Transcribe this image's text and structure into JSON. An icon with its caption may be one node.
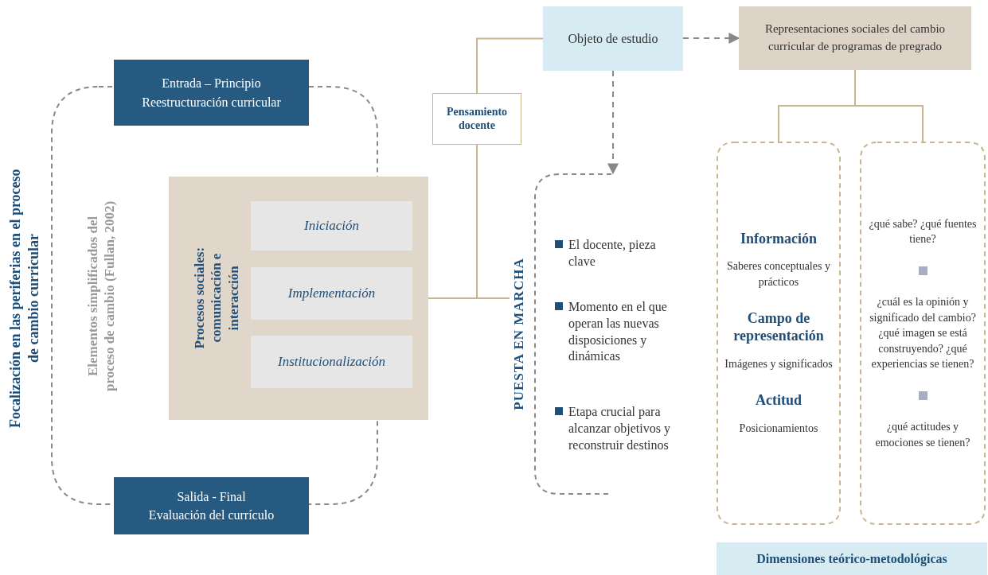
{
  "diagram": {
    "nodes": [
      {
        "text": [
          "Entrada – Principio",
          "Reestructuración curricular"
        ]
      },
      {
        "text": [
          "Salida - Final",
          "Evaluación del currículo"
        ]
      },
      {
        "text": [
          "Elementos simplificados del proceso de cambio (Fullan, 2002)"
        ]
      },
      {
        "text": [
          "Procesos sociales: comunicación e interacción"
        ]
      },
      {
        "text": [
          "Iniciación"
        ],
        "in": 3
      },
      {
        "text": [
          "Implementación"
        ],
        "in": 3
      },
      {
        "text": [
          "Institucionalización"
        ],
        "in": 3
      },
      {
        "text": [
          "Objeto de estudio"
        ]
      },
      {
        "text": [
          "Pensamiento docente"
        ]
      },
      {
        "text": [
          "PUESTA EN MARCHA",
          "El docente, pieza clave",
          "Momento en el que operan las nuevas disposiciones y dinámicas",
          "Etapa crucial para alcanzar objetivos y reconstruir destinos"
        ]
      },
      {
        "text": [
          "Representaciones sociales del cambio curricular de programas de pregrado"
        ]
      },
      {
        "text": [
          "Información",
          "Saberes conceptuales y prácticos",
          "Campo de representación",
          "Imágenes y significados",
          "Actitud",
          "Posicionamientos"
        ]
      },
      {
        "text": [
          "¿qué sabe? ¿qué fuentes tiene?",
          "¿cuál es la opinión y significado del cambio? ¿qué imagen se está construyendo? ¿qué experiencias se tienen?",
          "¿qué actitudes y emociones se tienen?"
        ]
      },
      {
        "text": [
          "Dimensiones teórico-metodológicas"
        ]
      }
    ],
    "edges": [
      {
        "from": 7,
        "to": 8,
        "arrow": "none"
      },
      {
        "from": 8,
        "to": 3,
        "arrow": "none"
      },
      {
        "from": 8,
        "to": 9,
        "arrow": "none"
      },
      {
        "from": 7,
        "to": 9,
        "arrow": "to",
        "style": "dashed",
        "color": "#888888"
      },
      {
        "from": 7,
        "to": 10,
        "arrow": "to",
        "style": "dashed",
        "color": "#888888"
      },
      {
        "from": 10,
        "to": 11,
        "arrow": "none"
      },
      {
        "from": 10,
        "to": 12,
        "arrow": "none"
      }
    ],
    "labels": [
      "Focalización en las periferias en el proceso de cambio curricular"
    ]
  }
}
